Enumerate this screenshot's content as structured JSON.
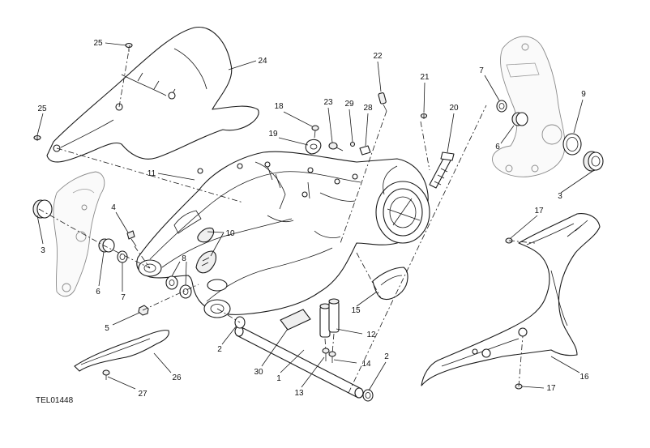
{
  "drawing_ref": "TEL01448",
  "callouts": [
    {
      "key": "c25a",
      "label": "25"
    },
    {
      "key": "c24",
      "label": "24"
    },
    {
      "key": "c25b",
      "label": "25"
    },
    {
      "key": "c11",
      "label": "11"
    },
    {
      "key": "c3a",
      "label": "3"
    },
    {
      "key": "c4",
      "label": "4"
    },
    {
      "key": "c6a",
      "label": "6"
    },
    {
      "key": "c7a",
      "label": "7"
    },
    {
      "key": "c8",
      "label": "8"
    },
    {
      "key": "c10",
      "label": "10"
    },
    {
      "key": "c5",
      "label": "5"
    },
    {
      "key": "c2a",
      "label": "2"
    },
    {
      "key": "c26",
      "label": "26"
    },
    {
      "key": "c27",
      "label": "27"
    },
    {
      "key": "c30",
      "label": "30"
    },
    {
      "key": "c1",
      "label": "1"
    },
    {
      "key": "c13",
      "label": "13"
    },
    {
      "key": "c14",
      "label": "14"
    },
    {
      "key": "c12",
      "label": "12"
    },
    {
      "key": "c2b",
      "label": "2"
    },
    {
      "key": "c15",
      "label": "15"
    },
    {
      "key": "c18",
      "label": "18"
    },
    {
      "key": "c19",
      "label": "19"
    },
    {
      "key": "c23",
      "label": "23"
    },
    {
      "key": "c29",
      "label": "29"
    },
    {
      "key": "c28",
      "label": "28"
    },
    {
      "key": "c22",
      "label": "22"
    },
    {
      "key": "c21",
      "label": "21"
    },
    {
      "key": "c20",
      "label": "20"
    },
    {
      "key": "c7b",
      "label": "7"
    },
    {
      "key": "c6b",
      "label": "6"
    },
    {
      "key": "c9",
      "label": "9"
    },
    {
      "key": "c3b",
      "label": "3"
    },
    {
      "key": "c17a",
      "label": "17"
    },
    {
      "key": "c16",
      "label": "16"
    },
    {
      "key": "c17b",
      "label": "17"
    }
  ]
}
